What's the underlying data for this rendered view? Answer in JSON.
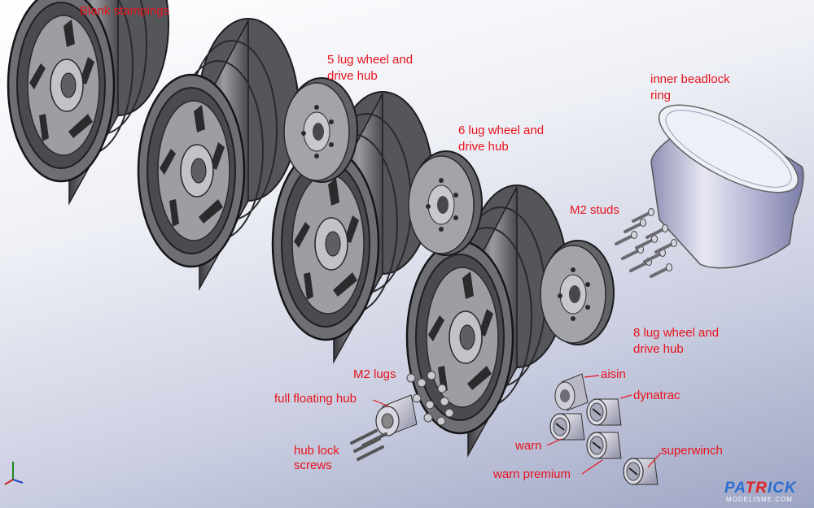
{
  "labels": {
    "blank_stampings": "Blank stampings",
    "lug5_l1": "5 lug wheel and",
    "lug5_l2": "drive hub",
    "lug6_l1": "6 lug wheel and",
    "lug6_l2": "drive hub",
    "beadlock_l1": "inner beadlock",
    "beadlock_l2": "ring",
    "m2_studs": "M2 studs",
    "lug8_l1": "8 lug wheel and",
    "lug8_l2": "drive hub",
    "m2_lugs": "M2 lugs",
    "aisin": "aisin",
    "full_floating_hub": "full floating hub",
    "dynatrac": "dynatrac",
    "hub_lock_l1": "hub lock",
    "hub_lock_l2": "screws",
    "warn": "warn",
    "superwinch": "superwinch",
    "warn_premium": "warn premium"
  },
  "watermark": {
    "pa": "PA",
    "tr": "TR",
    "ick": "ICK",
    "sub": "MODELISME.COM"
  },
  "colors": {
    "label": "#e8121c",
    "metal_dark": "#4a4a4e",
    "metal_mid": "#8a8b90",
    "metal_light": "#c8c9cf",
    "ring": "#b9bad6"
  }
}
